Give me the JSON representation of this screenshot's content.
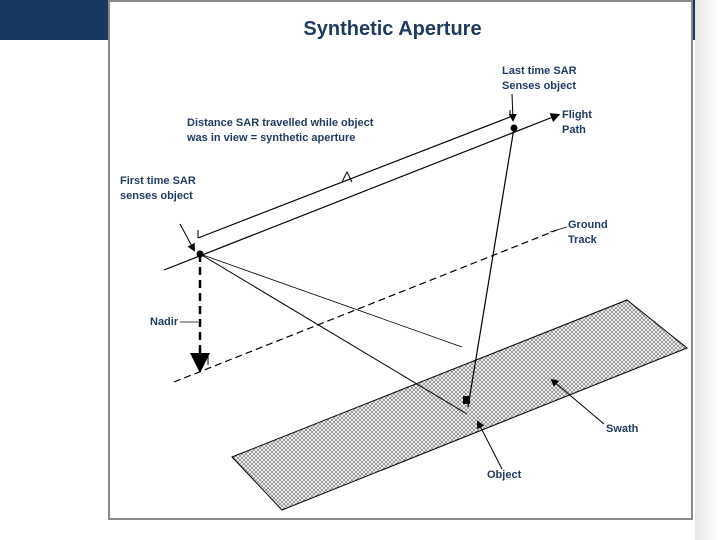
{
  "diagram": {
    "title": "Synthetic Aperture",
    "labels": {
      "last_time": [
        "Last time SAR",
        "Senses object"
      ],
      "flight_path": [
        "Flight",
        "Path"
      ],
      "distance": [
        "Distance SAR travelled while object",
        "was in view = synthetic aperture"
      ],
      "first_time": [
        "First time SAR",
        "senses object"
      ],
      "ground_track": [
        "Ground",
        "Track"
      ],
      "nadir": "Nadir",
      "swath": "Swath",
      "object": "Object"
    }
  },
  "colors": {
    "header_bar": "#17375e",
    "label_text": "#1f3a5f",
    "line": "#000000"
  }
}
